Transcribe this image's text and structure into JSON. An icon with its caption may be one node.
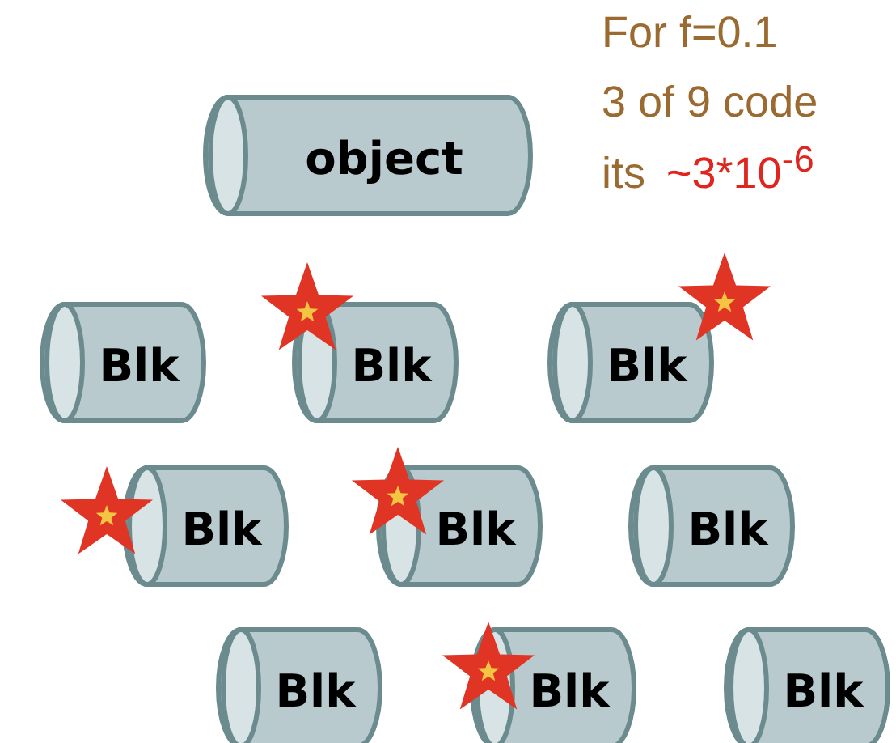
{
  "diagram": {
    "nodes": [
      {
        "text": [
          "object"
        ]
      },
      {
        "text": [
          "Blk"
        ]
      },
      {
        "text": [
          "Blk"
        ]
      },
      {
        "text": [
          "Blk"
        ]
      },
      {
        "text": [
          "Blk"
        ]
      },
      {
        "text": [
          "Blk"
        ]
      },
      {
        "text": [
          "Blk"
        ]
      },
      {
        "text": [
          "Blk"
        ]
      },
      {
        "text": [
          "Blk"
        ]
      },
      {
        "text": [
          "Blk"
        ]
      }
    ],
    "labels": [
      "For f=0.1",
      "3 of 9 code",
      "its",
      "~3*10$^{-6}$"
    ]
  }
}
